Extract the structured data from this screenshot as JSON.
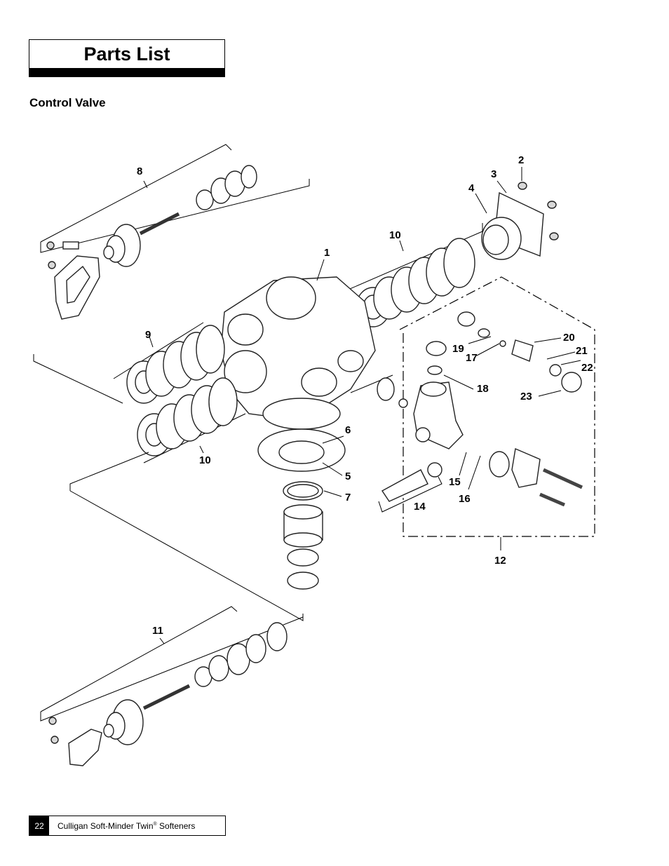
{
  "header": {
    "title": "Parts List"
  },
  "section": {
    "title": "Control Valve"
  },
  "diagram": {
    "callouts": {
      "c1": "1",
      "c2": "2",
      "c3": "3",
      "c4": "4",
      "c5": "5",
      "c6": "6",
      "c7": "7",
      "c8": "8",
      "c9": "9",
      "c10a": "10",
      "c10b": "10",
      "c11": "11",
      "c12": "12",
      "c14": "14",
      "c15": "15",
      "c16": "16",
      "c17": "17",
      "c18": "18",
      "c19": "19",
      "c20": "20",
      "c21": "21",
      "c22": "22",
      "c23": "23"
    }
  },
  "footer": {
    "page_number": "22",
    "product": "Culligan Soft-Minder Twin",
    "registered_mark": "®",
    "suffix": " Softeners"
  }
}
